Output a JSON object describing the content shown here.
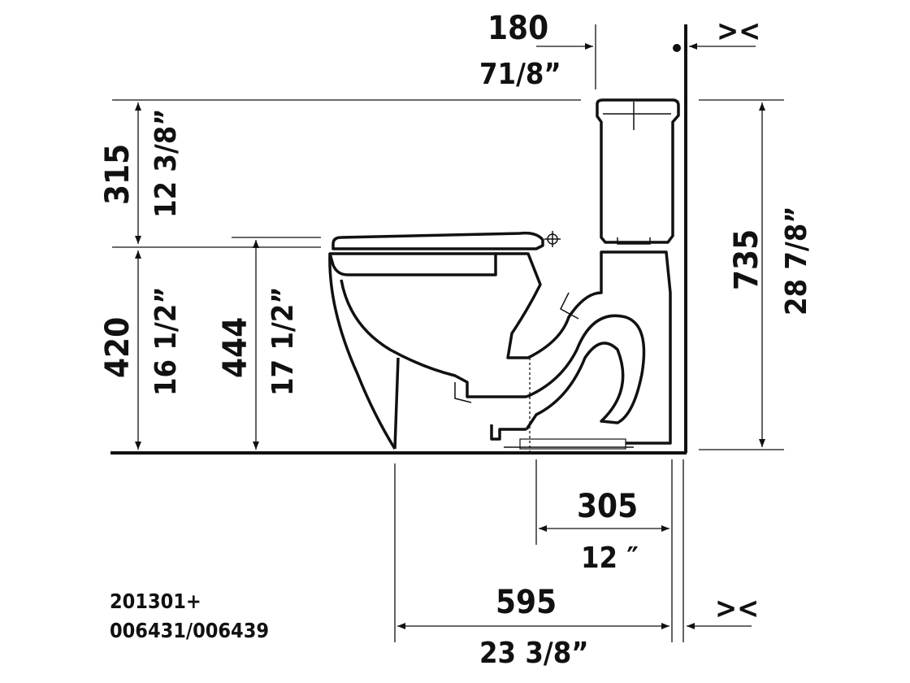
{
  "dimensions": {
    "top_offset_mm": "180",
    "top_offset_in": "71/8”",
    "tank_height_mm": "315",
    "tank_height_in": "12 3/8”",
    "rim_height_mm": "420",
    "rim_height_in": "16 1/2”",
    "seat_height_mm": "444",
    "seat_height_in": "17 1/2”",
    "total_height_mm": "735",
    "total_height_in": "28 7/8”",
    "rough_in_mm": "305",
    "rough_in_in": "12 ″",
    "depth_mm": "595",
    "depth_in": "23 3/8”",
    "gap_symbol_top": "><",
    "gap_symbol_bottom": "><"
  },
  "product_codes": {
    "line1": "201301+",
    "line2": "006431/006439"
  }
}
